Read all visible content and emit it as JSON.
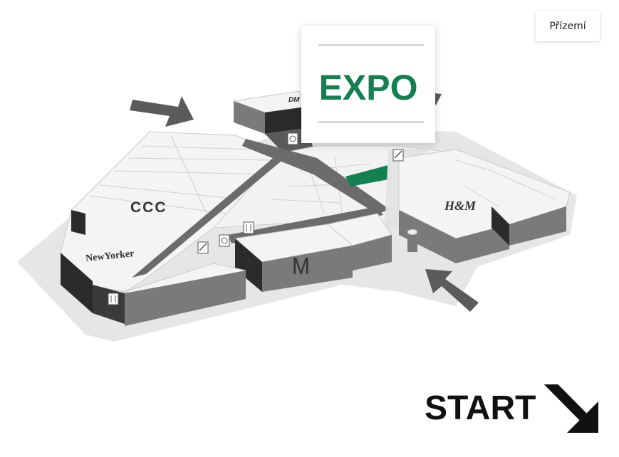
{
  "floor_selector": {
    "label": "Přízemí"
  },
  "expo_card": {
    "title": "EXPO"
  },
  "stores": {
    "ccc": "CCC",
    "new_yorker": "NewYorker",
    "hm": "H&M",
    "mcdonalds": "M",
    "dm": "DM"
  },
  "start_link": {
    "label": "START"
  },
  "colors": {
    "accent_green": "#12804f",
    "corridor": "#6b6b6b",
    "wall_dark": "#2b2b2b",
    "wall_mid": "#7a7a7a",
    "floor_light": "#f4f4f4",
    "shadow_ground": "#e6e6e6",
    "arrow": "#5b5b5b"
  },
  "icons": [
    "entrance-arrow-icon",
    "escalator-icon",
    "elevator-icon",
    "toilet-icon",
    "start-arrow-icon"
  ]
}
